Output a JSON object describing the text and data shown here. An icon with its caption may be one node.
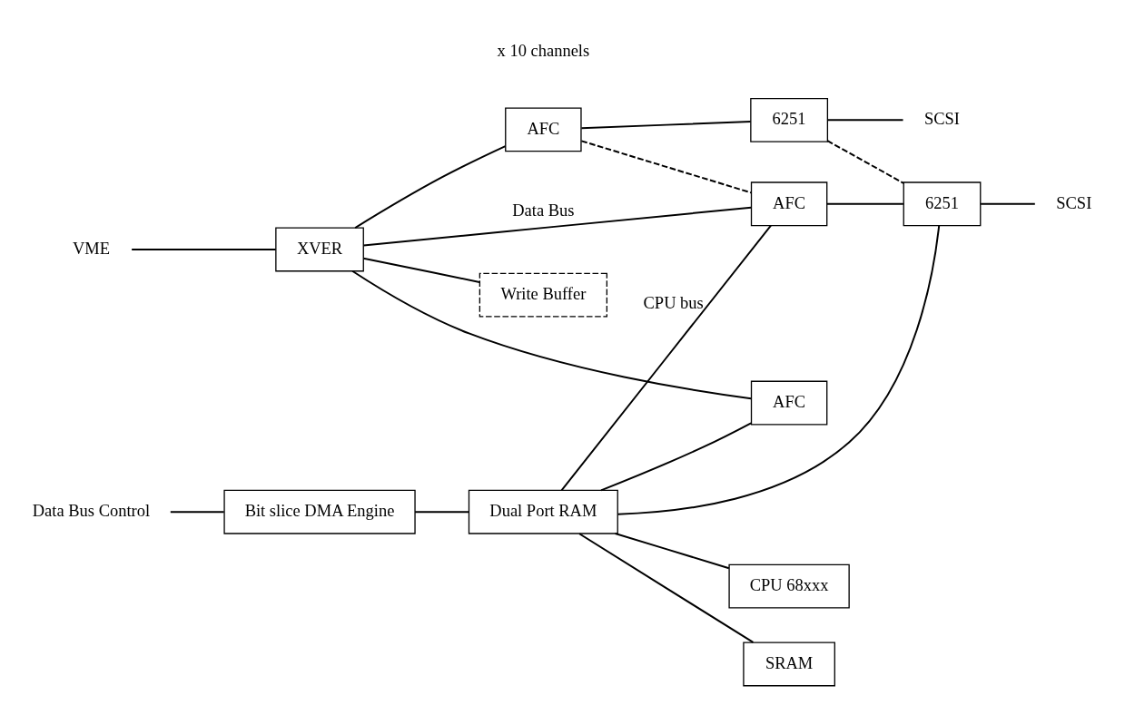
{
  "diagram": {
    "nodes": [
      {
        "text": [
          "VME"
        ]
      },
      {
        "text": [
          "XVER"
        ]
      },
      {
        "text": [
          "Write Buffer"
        ]
      },
      {
        "text": [
          "AFC"
        ]
      },
      {
        "text": [
          "6251"
        ]
      },
      {
        "text": [
          "SCSI"
        ]
      },
      {
        "text": [
          "AFC"
        ]
      },
      {
        "text": [
          "6251"
        ]
      },
      {
        "text": [
          "SCSI"
        ]
      },
      {
        "text": [
          "AFC"
        ]
      },
      {
        "text": [
          "CPU 68xxx"
        ]
      },
      {
        "text": [
          "SRAM"
        ]
      },
      {
        "text": [
          "Data Bus Control"
        ]
      },
      {
        "text": [
          "Bit slice DMA Engine"
        ]
      },
      {
        "text": [
          "Dual Port RAM"
        ]
      }
    ],
    "edges": [
      {
        "from": 0,
        "to": 1,
        "arrow": "none"
      },
      {
        "from": 1,
        "to": 6,
        "arrow": "none",
        "label": "Data Bus"
      },
      {
        "from": 1,
        "to": 2,
        "arrow": "none"
      },
      {
        "from": 1,
        "to": 3,
        "arrow": "none"
      },
      {
        "from": 1,
        "to": 9,
        "arrow": "none"
      },
      {
        "from": 3,
        "to": 4,
        "arrow": "none"
      },
      {
        "from": 4,
        "to": 5,
        "arrow": "none"
      },
      {
        "from": 3,
        "to": 6,
        "arrow": "none",
        "style": "dashed"
      },
      {
        "from": 4,
        "to": 7,
        "arrow": "none",
        "style": "dashed"
      },
      {
        "from": 6,
        "to": 7,
        "arrow": "none"
      },
      {
        "from": 7,
        "to": 8,
        "arrow": "none"
      },
      {
        "from": 14,
        "to": 6,
        "arrow": "none",
        "label": "CPU bus"
      },
      {
        "from": 14,
        "to": 7,
        "arrow": "none"
      },
      {
        "from": 14,
        "to": 9,
        "arrow": "none"
      },
      {
        "from": 14,
        "to": 10,
        "arrow": "none"
      },
      {
        "from": 14,
        "to": 11,
        "arrow": "none"
      },
      {
        "from": 12,
        "to": 13,
        "arrow": "none"
      },
      {
        "from": 13,
        "to": 14,
        "arrow": "none"
      }
    ],
    "labels": [
      "x 10 channels"
    ]
  }
}
